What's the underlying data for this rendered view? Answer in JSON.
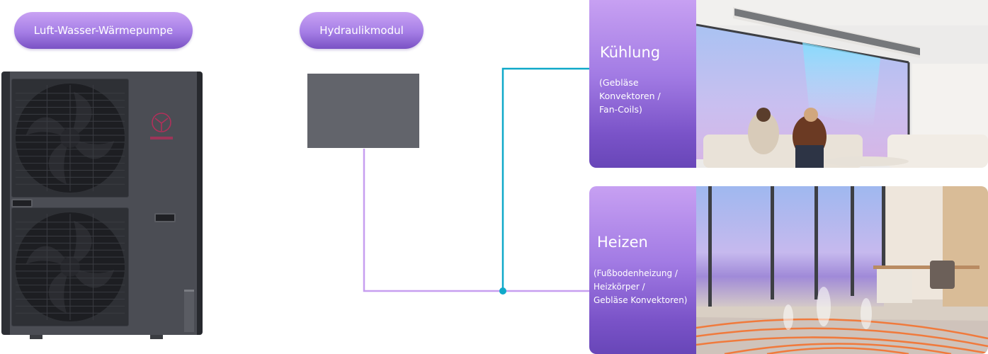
{
  "labels": {
    "heat_pump": "Luft-Wasser-Wärmepumpe",
    "hydraulic_module": "Hydraulikmodul"
  },
  "cards": [
    {
      "title": "Kühlung",
      "subtitle": "(Gebläse\nKonvektoren /\nFan-Coils)",
      "photo": "living-room-ducted-ac-photo"
    },
    {
      "title": "Heizen",
      "subtitle": "(Fußbodenheizung /\nHeizkörper /\n Gebläse Konvektoren)",
      "photo": "underfloor-heating-office-photo"
    }
  ],
  "colors": {
    "pill_gradient_top": "#c9a2f3",
    "pill_gradient_bottom": "#7a52c4",
    "cooling_line": "#0fa9c9",
    "heating_line": "#c79ef0",
    "junction_dot": "#0fa9c9",
    "hydraulic_box": "#62646b",
    "unit_body": "#4b4d54"
  },
  "icons": {
    "fan": "fan-icon",
    "brand_logo": "brand-logo-icon"
  }
}
